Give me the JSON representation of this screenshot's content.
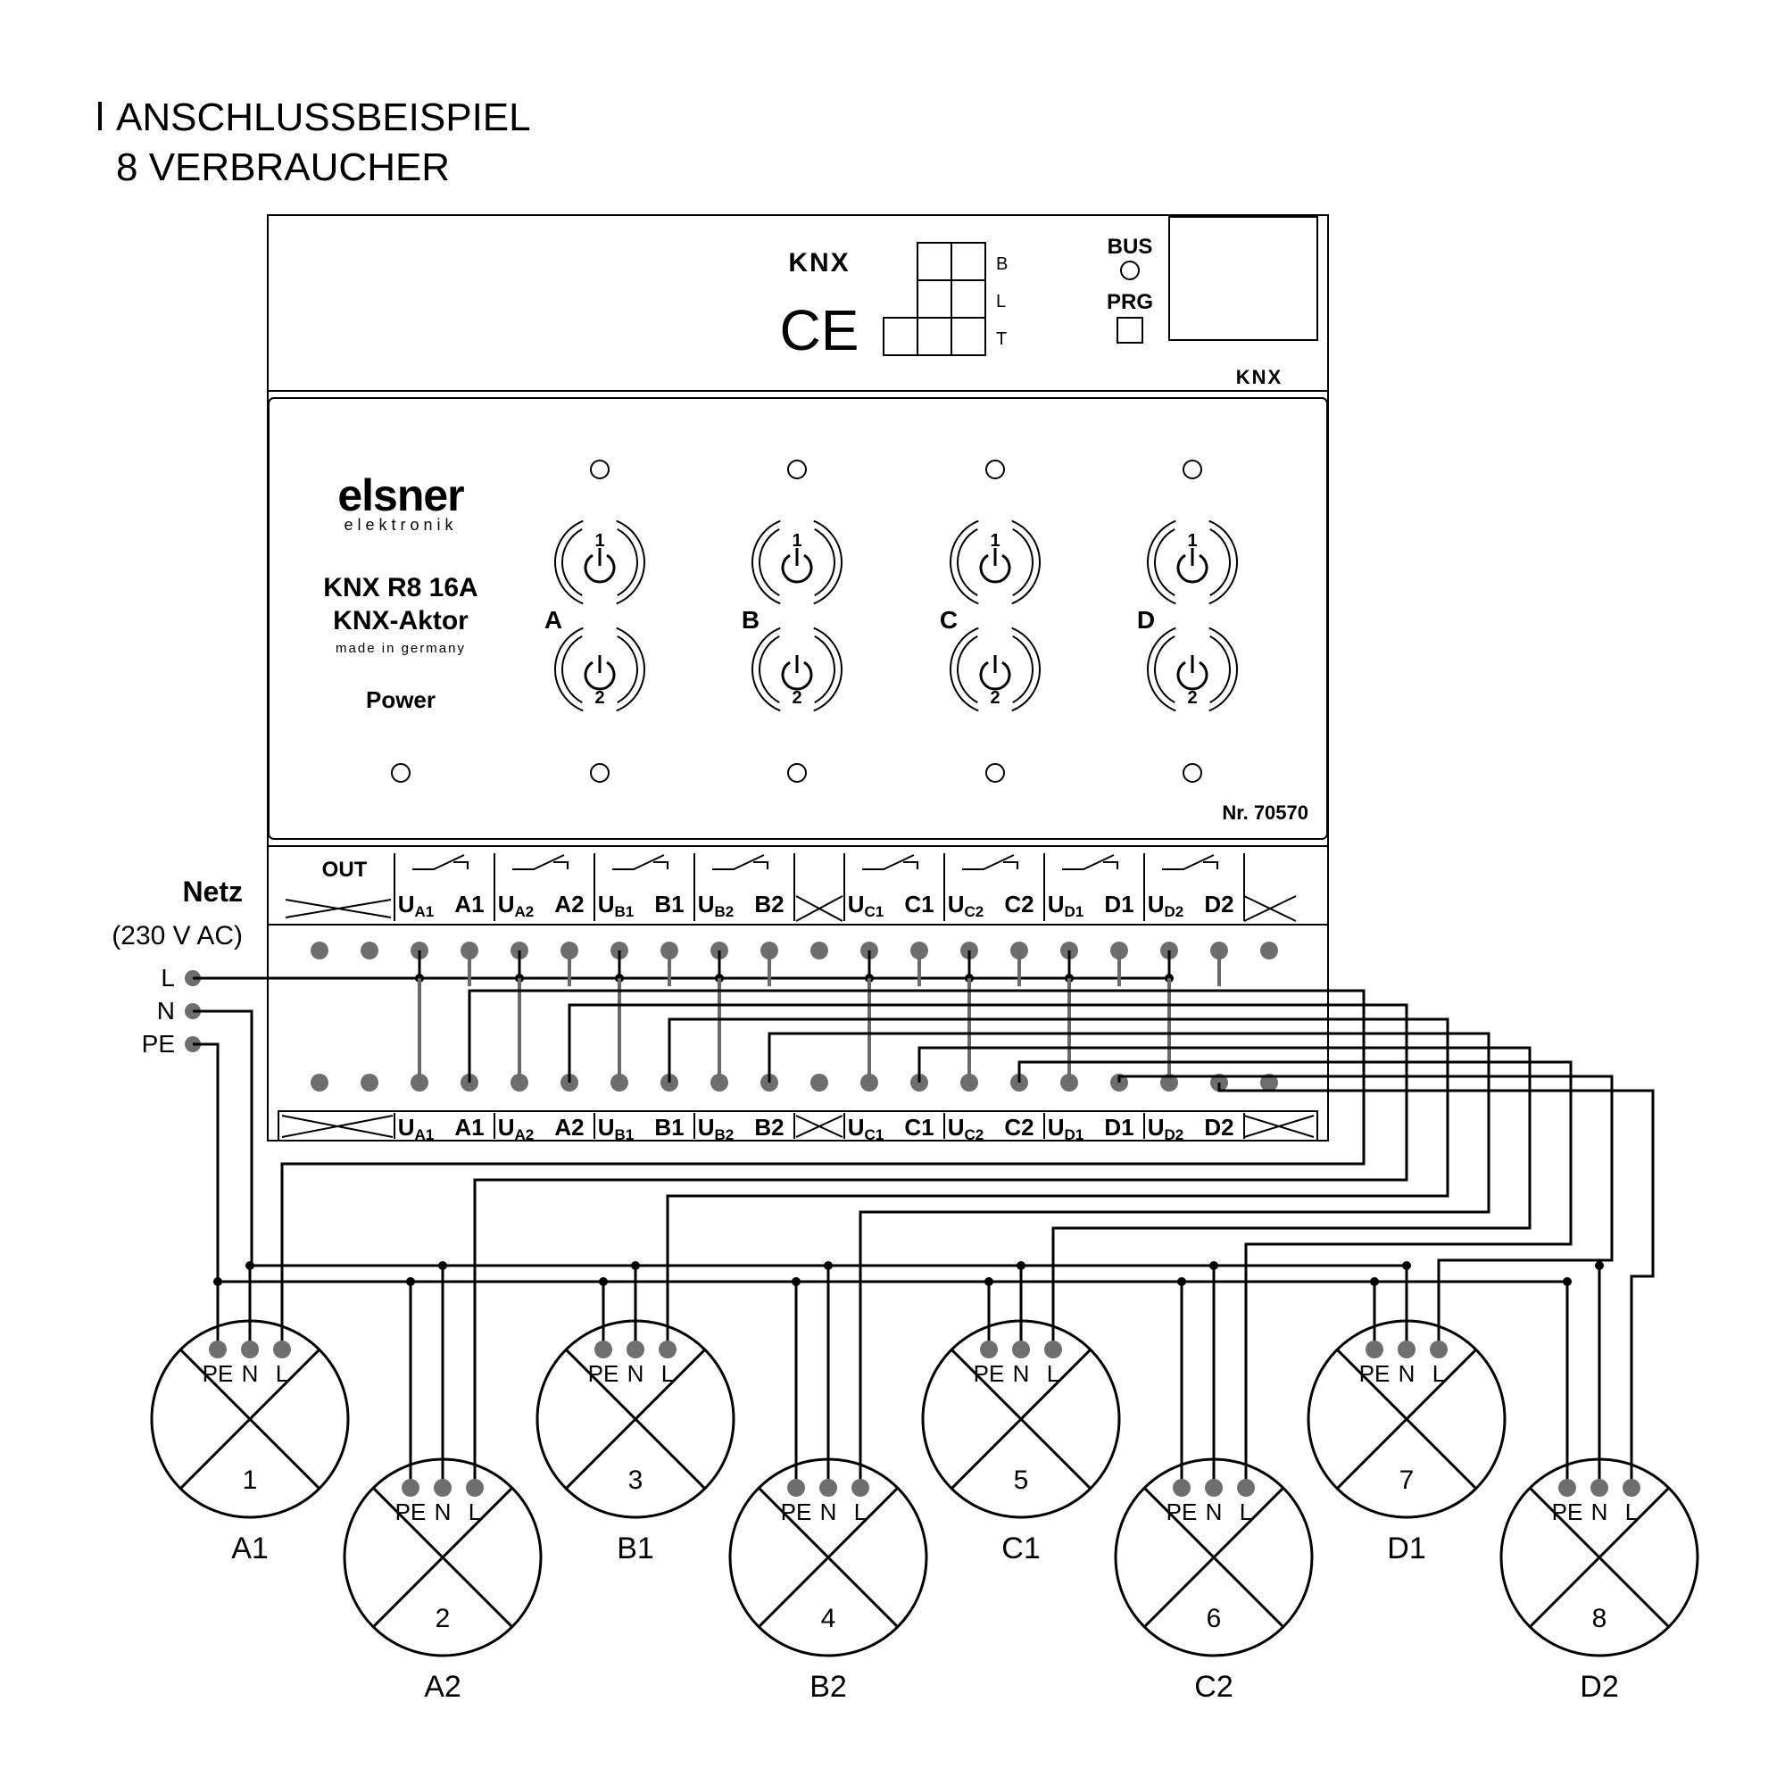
{
  "heading": {
    "line1": "ANSCHLUSSBEISPIEL",
    "line2": "8 VERBRAUCHER"
  },
  "device": {
    "knx_logo": "KNX",
    "ce_mark": "CE",
    "bus_label": "BUS",
    "prg_label": "PRG",
    "blt": [
      "B",
      "L",
      "T"
    ],
    "brand": "elsner",
    "brand_sub": "elektronik",
    "model": "KNX R8 16A",
    "type": "KNX-Aktor",
    "made_in": "made in germany",
    "power": "Power",
    "article_no": "Nr. 70570",
    "channels": [
      "A",
      "B",
      "C",
      "D"
    ],
    "button_top": "1",
    "button_bottom": "2"
  },
  "terminals": {
    "out_label": "OUT",
    "top_row": [
      {
        "main": "U",
        "sub": "A1"
      },
      {
        "main": "A1",
        "sub": ""
      },
      {
        "main": "U",
        "sub": "A2"
      },
      {
        "main": "A2",
        "sub": ""
      },
      {
        "main": "U",
        "sub": "B1"
      },
      {
        "main": "B1",
        "sub": ""
      },
      {
        "main": "U",
        "sub": "B2"
      },
      {
        "main": "B2",
        "sub": ""
      },
      {
        "main": "U",
        "sub": "C1"
      },
      {
        "main": "C1",
        "sub": ""
      },
      {
        "main": "U",
        "sub": "C2"
      },
      {
        "main": "C2",
        "sub": ""
      },
      {
        "main": "U",
        "sub": "D1"
      },
      {
        "main": "D1",
        "sub": ""
      },
      {
        "main": "U",
        "sub": "D2"
      },
      {
        "main": "D2",
        "sub": ""
      }
    ]
  },
  "mains": {
    "title": "Netz",
    "voltage": "(230 V AC)",
    "lines": [
      "L",
      "N",
      "PE"
    ]
  },
  "loads": [
    {
      "number": "1",
      "name": "A1"
    },
    {
      "number": "2",
      "name": "A2"
    },
    {
      "number": "3",
      "name": "B1"
    },
    {
      "number": "4",
      "name": "B2"
    },
    {
      "number": "5",
      "name": "C1"
    },
    {
      "number": "6",
      "name": "C2"
    },
    {
      "number": "7",
      "name": "D1"
    },
    {
      "number": "8",
      "name": "D2"
    }
  ],
  "load_pins": [
    "PE",
    "N",
    "L"
  ]
}
